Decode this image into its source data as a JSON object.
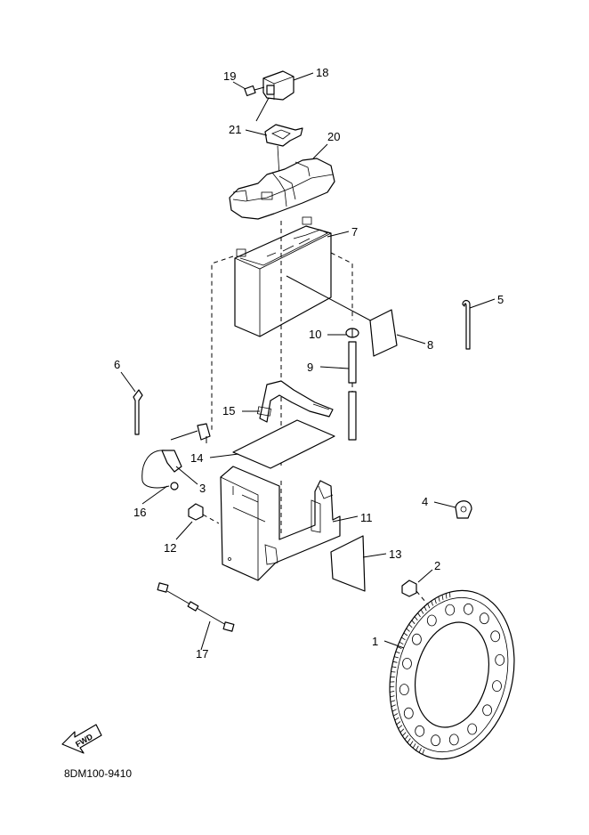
{
  "diagram_code": "8DM100-9410",
  "fwd_label": "FWD",
  "callouts": {
    "c1": "1",
    "c2": "2",
    "c3": "3",
    "c4": "4",
    "c5": "5",
    "c6": "6",
    "c7": "7",
    "c8": "8",
    "c9": "9",
    "c10": "10",
    "c11": "11",
    "c12": "12",
    "c13": "13",
    "c14": "14",
    "c15": "15",
    "c16": "16",
    "c17": "17",
    "c18": "18",
    "c19": "19",
    "c20": "20",
    "c21": "21"
  }
}
